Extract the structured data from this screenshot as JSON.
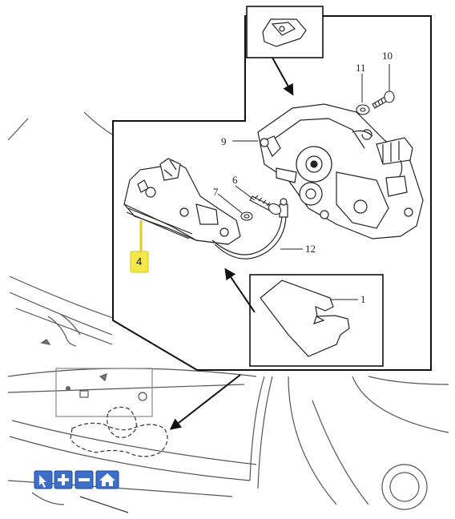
{
  "callouts": {
    "c1": "1",
    "c4": "4",
    "c6": "6",
    "c7": "7",
    "c9": "9",
    "c10": "10",
    "c11": "11",
    "c12": "12"
  },
  "highlight_color": "#f5e84a",
  "toolbar": {
    "buttons": [
      {
        "icon": "pointer-icon"
      },
      {
        "icon": "zoom-in-icon"
      },
      {
        "icon": "zoom-out-icon"
      },
      {
        "icon": "home-icon"
      }
    ]
  }
}
